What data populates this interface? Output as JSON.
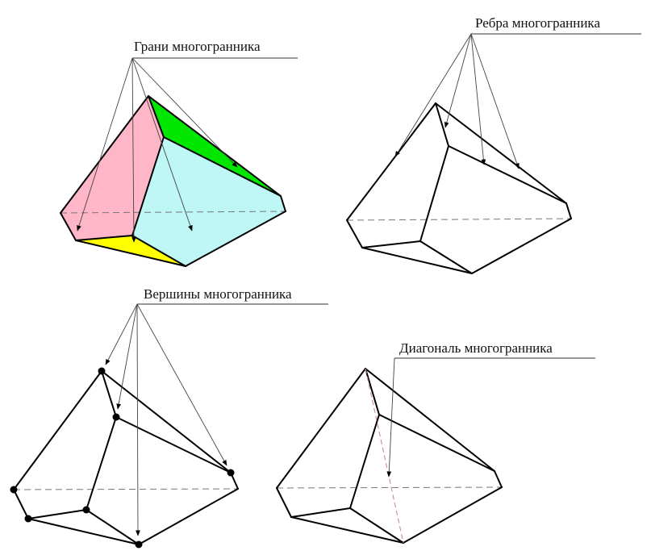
{
  "labels": {
    "faces": "Грани многогранника",
    "edges": "Ребра многогранника",
    "vertices": "Вершины многогранника",
    "diagonal": "Диагональ многогранника"
  },
  "colors": {
    "face_pink": "#ffb6c8",
    "face_green": "#00e600",
    "face_cyan": "#bff7f7",
    "face_yellow": "#ffff00",
    "edge": "#000000",
    "hidden_edge": "#777777",
    "diagonal": "#c98a8a"
  }
}
